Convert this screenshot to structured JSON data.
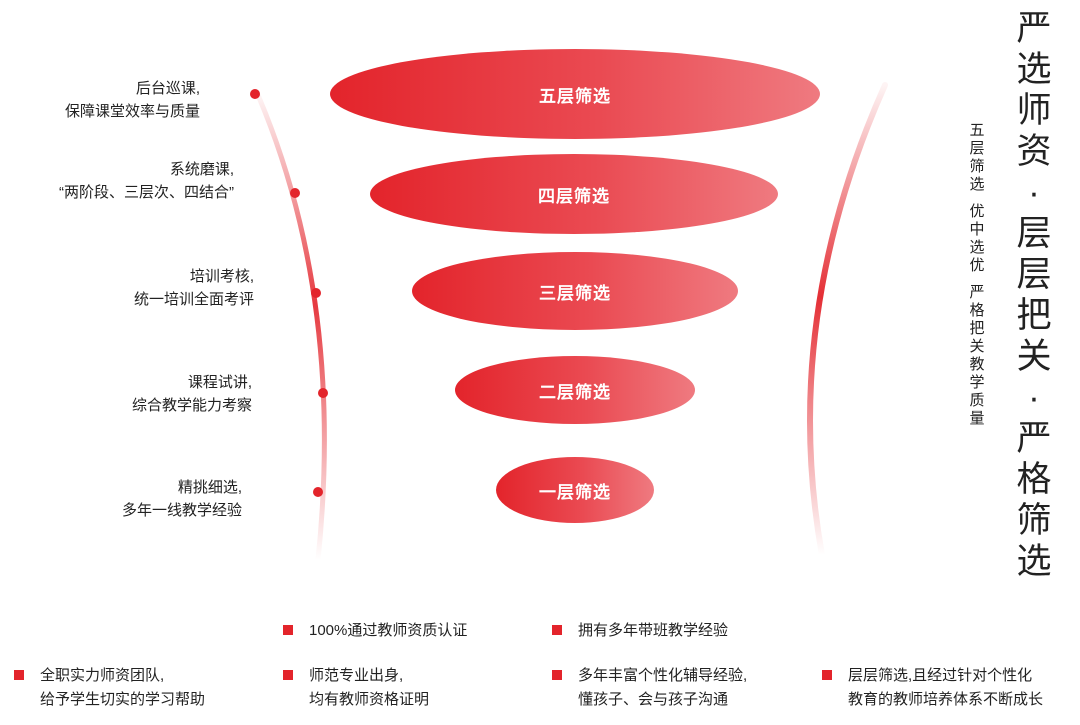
{
  "title_vertical": [
    "严",
    "选",
    "师",
    "资",
    "·",
    "层",
    "层",
    "把",
    "关",
    "·",
    "严",
    "格",
    "筛",
    "选"
  ],
  "subtitle_vertical": [
    "五",
    "层",
    "筛",
    "选",
    " ",
    "优",
    "中",
    "选",
    "优",
    " ",
    "严",
    "格",
    "把",
    "关",
    "教",
    "学",
    "质",
    "量"
  ],
  "tiers": [
    {
      "label": "五层筛选",
      "desc": [
        "后台巡课,",
        "保障课堂效率与质量"
      ]
    },
    {
      "label": "四层筛选",
      "desc": [
        "系统磨课,",
        "“两阶段、三层次、四结合”"
      ]
    },
    {
      "label": "三层筛选",
      "desc": [
        "培训考核,",
        "统一培训全面考评"
      ]
    },
    {
      "label": "二层筛选",
      "desc": [
        "课程试讲,",
        "综合教学能力考察"
      ]
    },
    {
      "label": "一层筛选",
      "desc": [
        "精挑细选,",
        "多年一线教学经验"
      ]
    }
  ],
  "features": [
    {
      "lines": [
        "100%通过教师资质认证"
      ]
    },
    {
      "lines": [
        "拥有多年带班教学经验"
      ]
    },
    {
      "lines": [
        "全职实力师资团队,",
        "给予学生切实的学习帮助"
      ]
    },
    {
      "lines": [
        "师范专业出身,",
        "均有教师资格证明"
      ]
    },
    {
      "lines": [
        "多年丰富个性化辅导经验,",
        "懂孩子、会与孩子沟通"
      ]
    },
    {
      "lines": [
        "层层筛选,且经过针对个性化",
        "教育的教师培养体系不断成长"
      ]
    }
  ],
  "colors": {
    "accent": "#e3242b",
    "accent_light": "#ef7a80"
  }
}
